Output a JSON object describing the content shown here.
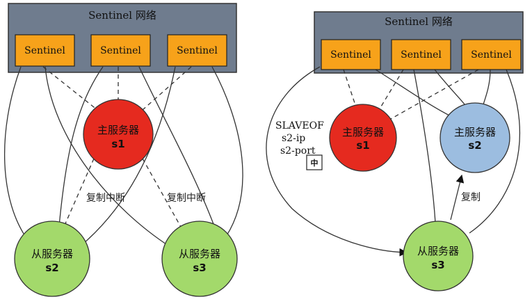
{
  "left": {
    "panel_title": "Sentinel 网络",
    "sentinels": [
      "Sentinel",
      "Sentinel",
      "Sentinel"
    ],
    "master": {
      "label": "主服务器",
      "id": "s1",
      "color": "#e52a1f"
    },
    "slave_a": {
      "label": "从服务器",
      "id": "s2",
      "color": "#a3d96b"
    },
    "slave_b": {
      "label": "从服务器",
      "id": "s3",
      "color": "#a3d96b"
    },
    "edge_label_a": "复制中断",
    "edge_label_b": "复制中断"
  },
  "right": {
    "panel_title": "Sentinel 网络",
    "sentinels": [
      "Sentinel",
      "Sentinel",
      "Sentinel"
    ],
    "old_master": {
      "label": "主服务器",
      "id": "s1",
      "color": "#e52a1f"
    },
    "new_master": {
      "label": "主服务器",
      "id": "s2",
      "color": "#9cbde0"
    },
    "slave": {
      "label": "从服务器",
      "id": "s3",
      "color": "#a3d96b"
    },
    "command": [
      "SLAVEOF",
      "s2-ip",
      "s2-port"
    ],
    "replication_label": "复制",
    "ime_indicator": "中"
  },
  "colors": {
    "panel": "#6f7c8e",
    "sentinel": "#f7a21a"
  }
}
